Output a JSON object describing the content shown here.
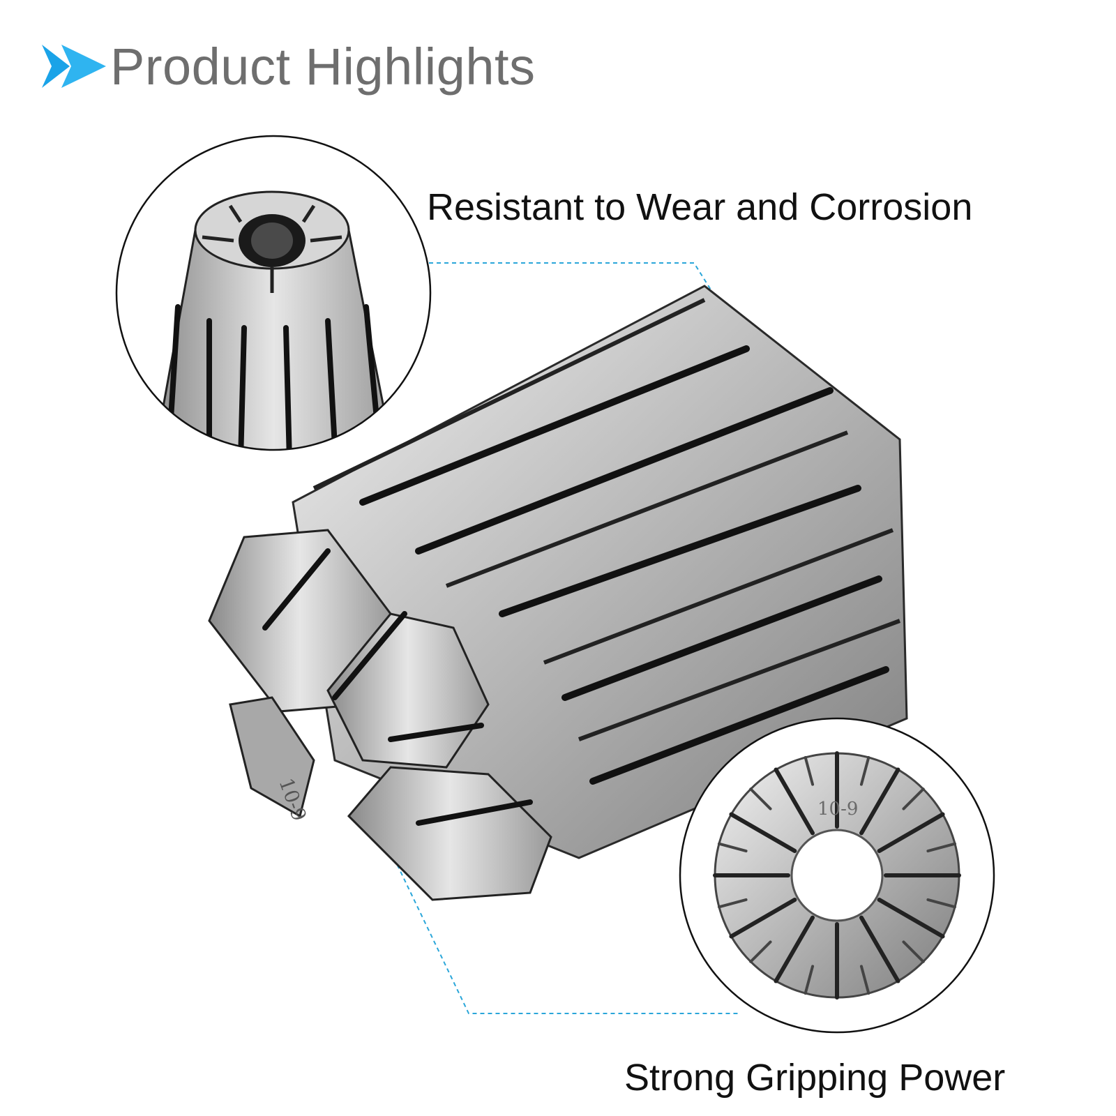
{
  "header": {
    "title": "Product Highlights",
    "icon": "double-chevron-right-icon",
    "accent": "#1aa3e8"
  },
  "features": [
    {
      "label": "Resistant to Wear and Corrosion"
    },
    {
      "label": "Strong Gripping Power"
    }
  ],
  "product": {
    "marking": "10-9"
  },
  "colors": {
    "callout_line": "#2aa6d9",
    "circle_border": "#111111",
    "metal": "#c9c9c9"
  }
}
